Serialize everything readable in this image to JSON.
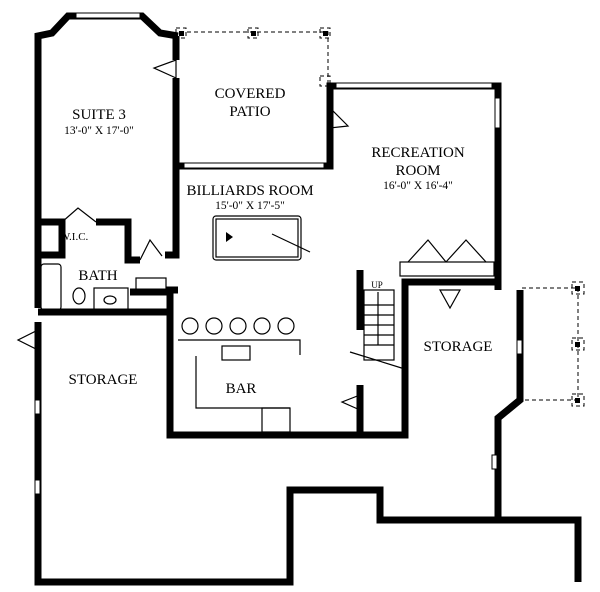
{
  "rooms": {
    "suite": {
      "name": "SUITE 3",
      "size": "13'-0\" X 17'-0\""
    },
    "patio": {
      "name_line1": "COVERED",
      "name_line2": "PATIO"
    },
    "billiards": {
      "name": "BILLIARDS ROOM",
      "size": "15'-0\" X 17'-5\""
    },
    "recreation": {
      "name_line1": "RECREATION",
      "name_line2": "ROOM",
      "size": "16'-0\" X 16'-4\""
    },
    "wic": {
      "name": "W.I.C."
    },
    "bath": {
      "name": "BATH"
    },
    "storage_left": {
      "name": "STORAGE"
    },
    "storage_right": {
      "name": "STORAGE"
    },
    "bar": {
      "name": "BAR"
    },
    "stair": {
      "label": "UP"
    }
  }
}
